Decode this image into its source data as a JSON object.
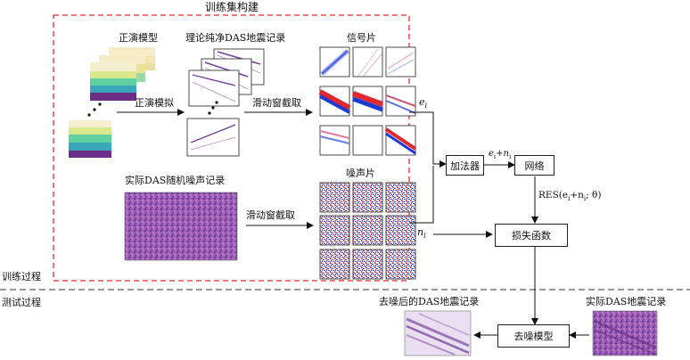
{
  "sections": {
    "training_set": "训练集构建",
    "training_process": "训练过程",
    "testing_process": "测试过程"
  },
  "labels": {
    "forward_model": "正演模型",
    "pure_das": "理论纯净DAS地震记录",
    "signal_patches": "信号片",
    "forward_modeling": "正演模拟",
    "sliding_window_1": "滑动窗截取",
    "real_noise": "实际DAS随机噪声记录",
    "sliding_window_2": "滑动窗截取",
    "noise_patches": "噪声片",
    "e_i": "e",
    "e_i_sub": "i",
    "n_i": "n",
    "n_i_sub": "i",
    "sum_e": "e",
    "sum_i1": "i",
    "sum_plus": "+n",
    "sum_i2": "i",
    "res_pre": "RES(e",
    "res_i1": "i",
    "res_mid": "+n",
    "res_i2": "i",
    "res_post": "; θ)",
    "denoised": "去噪后的DAS地震记录",
    "real_das": "实际DAS地震记录"
  },
  "boxes": {
    "adder": "加法器",
    "network": "网络",
    "loss": "损失函数",
    "denoise_model": "去噪模型"
  },
  "colors": {
    "dashed_border": "#e0282e",
    "noise_purple": "#8a4fa8",
    "signal_blue": "#1f3bd6",
    "signal_red": "#e0282e"
  }
}
